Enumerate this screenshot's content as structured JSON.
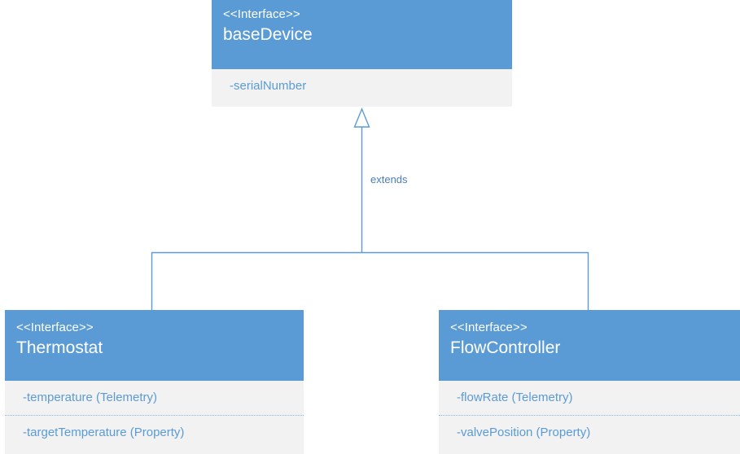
{
  "diagram": {
    "type": "uml-interface-inheritance",
    "background_color": "#ffffff",
    "accent_color": "#5b9bd5",
    "body_color": "#f2f2f2",
    "attribute_text_color": "#5b9bd5",
    "label_text_color": "#4a7ebb"
  },
  "base": {
    "stereotype": "<<Interface>>",
    "name": "baseDevice",
    "attributes": [
      {
        "label": "-serialNumber"
      }
    ]
  },
  "relationship": {
    "label": "extends",
    "arrow": "hollow-triangle-generalization"
  },
  "children": [
    {
      "id": "thermostat",
      "stereotype": "<<Interface>>",
      "name": "Thermostat",
      "attributes": [
        {
          "label": "-temperature (Telemetry)"
        },
        {
          "label": "-targetTemperature (Property)"
        }
      ]
    },
    {
      "id": "flowcontroller",
      "stereotype": "<<Interface>>",
      "name": "FlowController",
      "attributes": [
        {
          "label": "-flowRate (Telemetry)"
        },
        {
          "label": "-valvePosition (Property)"
        }
      ]
    }
  ]
}
